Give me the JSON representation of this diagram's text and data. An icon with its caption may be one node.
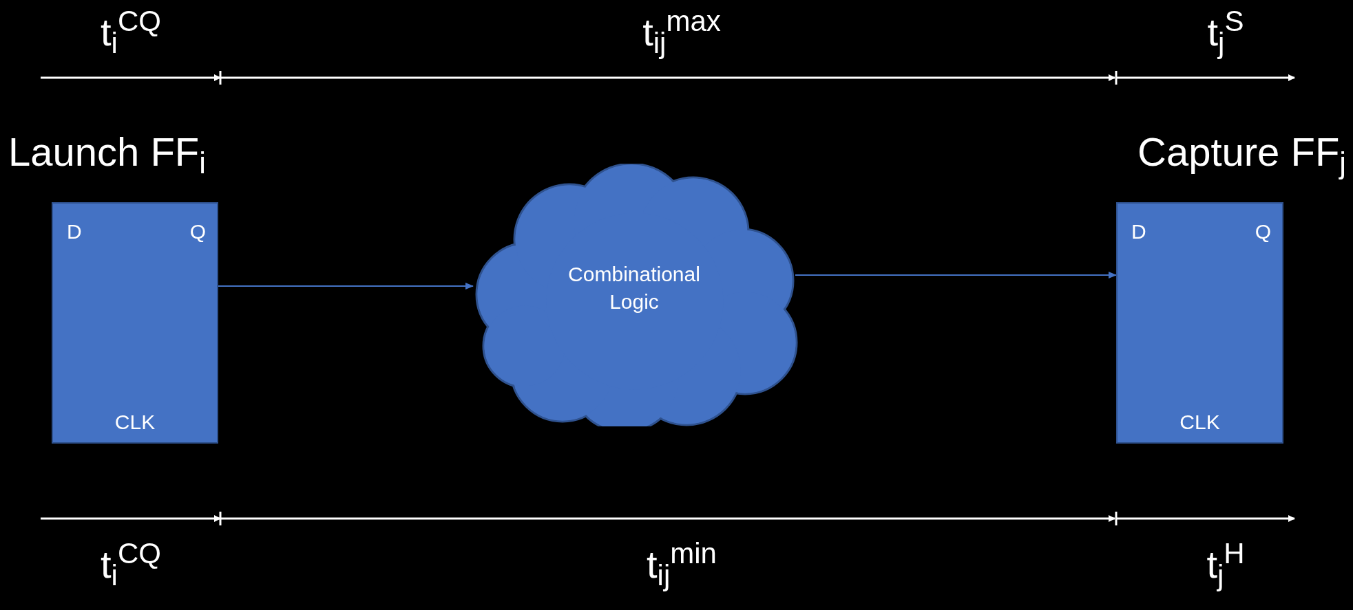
{
  "diagram": {
    "nodes": [
      {
        "text": [
          "Launch FF$_{i}$",
          "D",
          "Q",
          "CLK"
        ]
      },
      {
        "text": [
          "Combinational Logic"
        ]
      },
      {
        "text": [
          "Capture FF$_{j}$",
          "D",
          "Q",
          "CLK"
        ]
      }
    ],
    "edges": [
      {
        "from": 0,
        "to": 1,
        "arrow": "to"
      },
      {
        "from": 1,
        "to": 2,
        "arrow": "to"
      }
    ],
    "labels": [
      "t$_{i}$$^{CQ}$",
      "t$_{ij}$$^{max}$",
      "t$_{j}$$^{S}$",
      "t$_{i}$$^{CQ}$",
      "t$_{ij}$$^{min}$",
      "t$_{j}$$^{H}$"
    ]
  }
}
